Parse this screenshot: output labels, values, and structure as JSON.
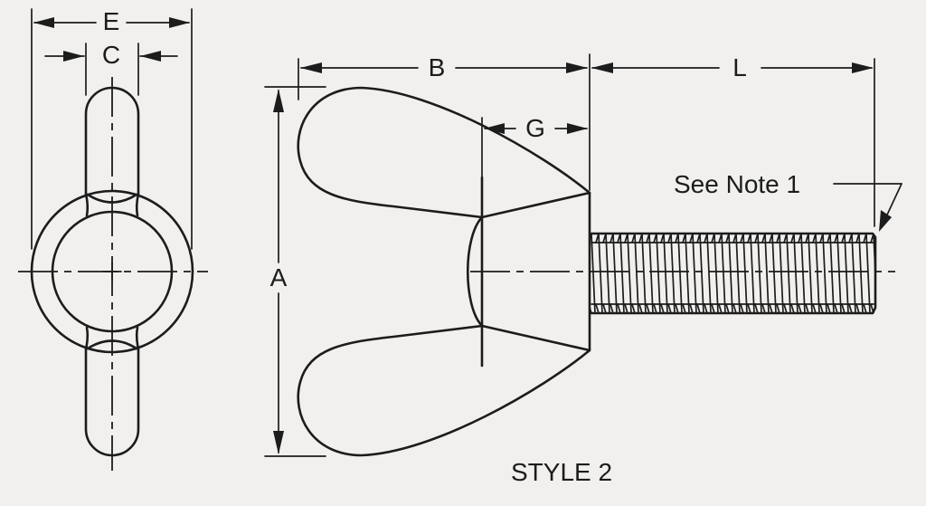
{
  "labels": {
    "e": "E",
    "c": "C",
    "b": "B",
    "l": "L",
    "g": "G",
    "a": "A",
    "note": "See Note 1",
    "style": "STYLE 2"
  }
}
